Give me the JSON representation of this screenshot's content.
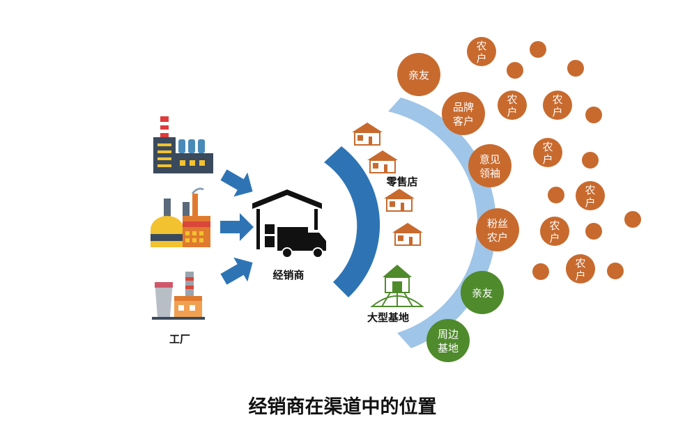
{
  "labels": {
    "factory": "工厂",
    "distributor": "经销商",
    "retail": "零售店",
    "farm": "大型基地"
  },
  "caption": "经销商在渠道中的位置",
  "circles": {
    "friends_1": "亲友",
    "brand_customer": [
      "品牌",
      "客户"
    ],
    "opinion_leader": [
      "意见",
      "领袖"
    ],
    "fan_farmer": [
      "粉丝",
      "农户"
    ],
    "friends_2": "亲友",
    "nearby_base": [
      "周边",
      "基地"
    ],
    "farmer": [
      "农",
      "户"
    ]
  },
  "colors": {
    "orange": "#c86a2e",
    "green": "#4f8a2c",
    "dark_blue": "#2e74b5",
    "light_blue": "#9fc5e8",
    "arrow_blue": "#2e74b5"
  }
}
